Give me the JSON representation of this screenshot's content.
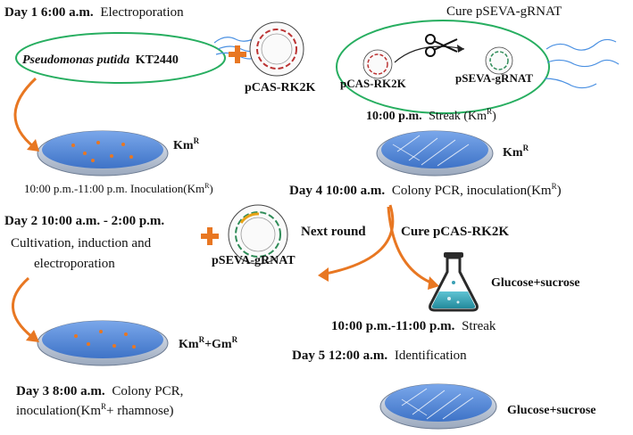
{
  "steps": {
    "day1": {
      "time": "Day 1 6:00 a.m.",
      "action": "Electroporation"
    },
    "strain": {
      "italic": "Pseudomonas putida",
      "code": "KT2440"
    },
    "plasmid_rk2k": "pCAS-RK2K",
    "plasmid_gRNAT": "pSEVA-gRNAT",
    "cure_gRNAT": "Cure pSEVA-gRNAT",
    "streak_d1": {
      "time": "10:00 p.m.",
      "action": "Streak (Km",
      "sup": "R",
      "close": ")"
    },
    "plate_km": {
      "base": "Km",
      "sup": "R"
    },
    "inoc_d1": {
      "text": "10:00 p.m.-11:00 p.m. Inoculation(Km",
      "sup": "R",
      "close": ")"
    },
    "day4": {
      "time": "Day 4 10:00 a.m.",
      "action": "Colony PCR, inoculation(Km",
      "sup": "R",
      "close": ")"
    },
    "day2": {
      "time": "Day 2 10:00 a.m. - 2:00 p.m.",
      "line1": "Cultivation, induction and",
      "line2": "electroporation"
    },
    "next_round": "Next round",
    "cure_rk2k": "Cure pCAS-RK2K",
    "flask_label": "Glucose+sucrose",
    "plate_kmgm": {
      "a": "Km",
      "sup1": "R",
      "b": "+Gm",
      "sup2": "R"
    },
    "streak_d4": {
      "time": "10:00 p.m.-11:00 p.m.",
      "action": "Streak"
    },
    "day5": {
      "time": "Day 5 12:00 a.m.",
      "action": "Identification"
    },
    "day3": {
      "time": "Day 3 8:00 a.m.",
      "action": "Colony PCR,",
      "line2a": "inoculation(Km",
      "sup": "R",
      "line2b": "+ rhamnose)"
    },
    "plate_final": "Glucose+sucrose"
  },
  "colors": {
    "arrow": "#e87722",
    "plate": "#5b8fd9",
    "cell_outline": "#27ae60",
    "wire": "#4a90e2",
    "flask": "#3aa0b5"
  }
}
